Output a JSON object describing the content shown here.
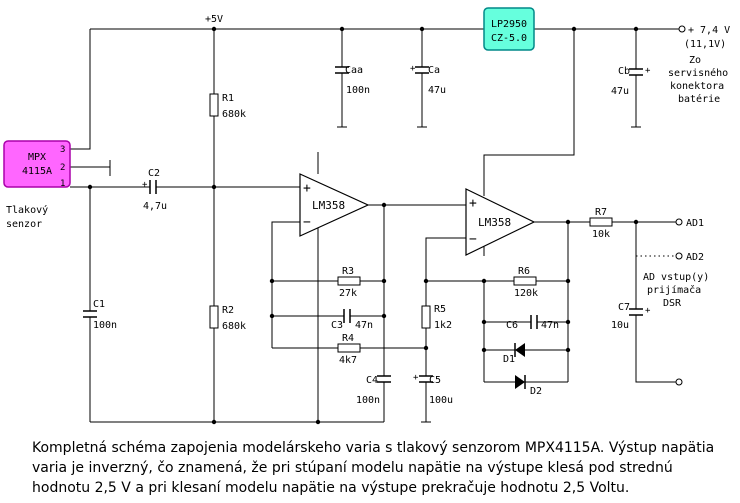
{
  "power": {
    "rail_5v": "+5V",
    "battery_in": "+ 7,4 V",
    "battery_alt": "(11,1V)",
    "source_lines": [
      "Zo",
      "servisného",
      "konektora",
      "batérie"
    ]
  },
  "sensor": {
    "chip_lines": [
      "MPX",
      "4115A"
    ],
    "pins": [
      "3",
      "2",
      "1"
    ],
    "caption_lines": [
      "Tlakový",
      "senzor"
    ],
    "colors": {
      "fill": "#ff66ff",
      "stroke": "#aa00aa"
    }
  },
  "regulator": {
    "chip_lines": [
      "LP2950",
      "CZ-5.0"
    ],
    "colors": {
      "fill": "#66ffdd",
      "stroke": "#008888"
    }
  },
  "opamps": [
    {
      "label": "LM358",
      "plus": "+",
      "minus": "−"
    },
    {
      "label": "LM358",
      "plus": "+",
      "minus": "−"
    }
  ],
  "resistors": [
    {
      "ref": "R1",
      "value": "680k"
    },
    {
      "ref": "R2",
      "value": "680k"
    },
    {
      "ref": "R3",
      "value": "27k"
    },
    {
      "ref": "R4",
      "value": "4k7"
    },
    {
      "ref": "R5",
      "value": "1k2"
    },
    {
      "ref": "R6",
      "value": "120k"
    },
    {
      "ref": "R7",
      "value": "10k"
    }
  ],
  "capacitors": [
    {
      "ref": "Caa",
      "value": "100n"
    },
    {
      "ref": "Ca",
      "value": "47u"
    },
    {
      "ref": "Cb",
      "value": "47u"
    },
    {
      "ref": "C1",
      "value": "100n"
    },
    {
      "ref": "C2",
      "value": "4,7u"
    },
    {
      "ref": "C3",
      "value": "47n"
    },
    {
      "ref": "C4",
      "value": "100n"
    },
    {
      "ref": "C5",
      "value": "100u"
    },
    {
      "ref": "C6",
      "value": "47n"
    },
    {
      "ref": "C7",
      "value": "10u"
    }
  ],
  "diodes": [
    "D1",
    "D2"
  ],
  "outputs": {
    "ad1": "AD1",
    "ad2": "AD2",
    "receiver_lines": [
      "AD vstup(y)",
      "prijímača",
      "DSR"
    ]
  },
  "caption": "Kompletná schéma zapojenia modelárskeho varia s tlakový senzorom MPX4115A. Výstup napätia varia je inverzný, čo znamená, že pri stúpaní modelu napätie na výstupe klesá pod strednú hodnotu 2,5 V a pri klesaní modelu napätie na výstupe prekračuje hodnotu 2,5 Voltu."
}
